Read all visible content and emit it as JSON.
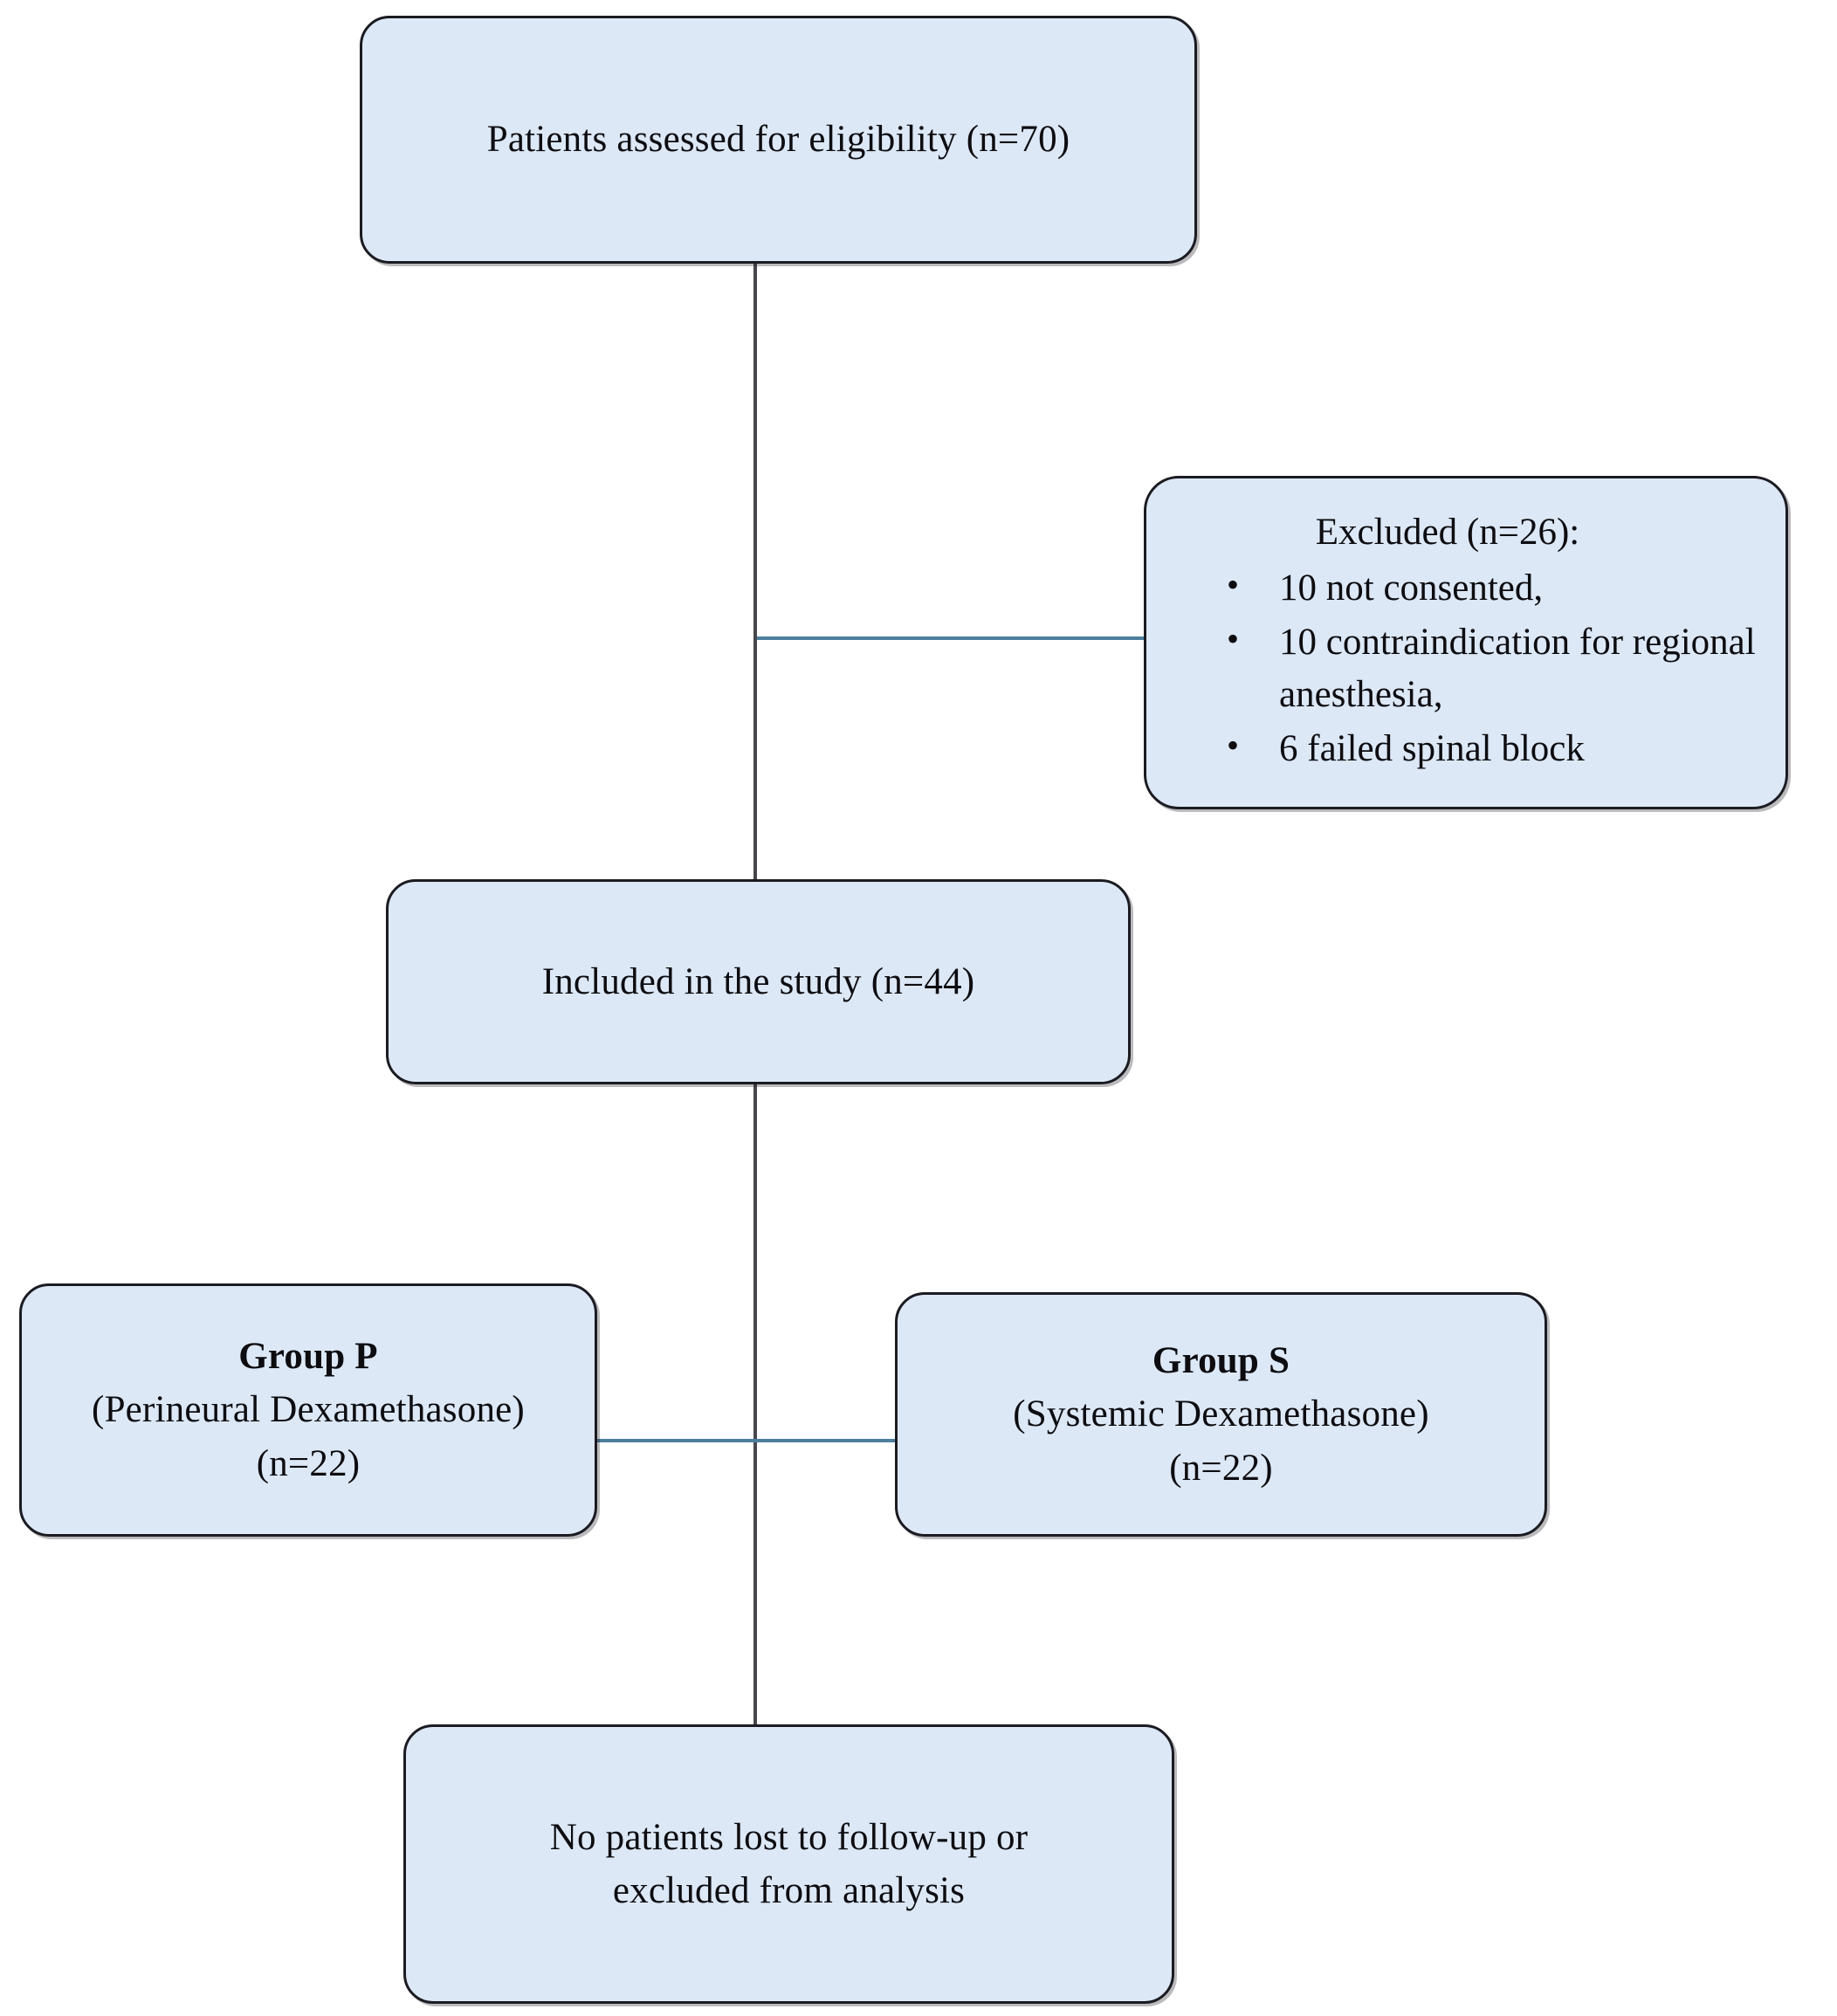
{
  "diagram": {
    "type": "consort-flow-diagram",
    "fill_color": "#dde8f6",
    "border_color": "#1b1b22",
    "connector_vertical_color": "#46464c",
    "connector_horizontal_color": "#4d7f9e",
    "nodes": {
      "eligibility": {
        "text": "Patients assessed for eligibility (n=70)",
        "n": 70
      },
      "excluded": {
        "title": "Excluded (n=26):",
        "n": 26,
        "bullet_glyph": "•",
        "reasons": [
          "10 not consented,",
          "10 contraindication for regional anesthesia,",
          "6 failed spinal block"
        ]
      },
      "included": {
        "text": "Included in the study (n=44)",
        "n": 44
      },
      "group_p": {
        "title": "Group P",
        "subtitle": "(Perineural Dexamethasone)",
        "count": "(n=22)",
        "n": 22
      },
      "group_s": {
        "title": "Group S",
        "subtitle": "(Systemic Dexamethasone)",
        "count": "(n=22)",
        "n": 22
      },
      "followup": {
        "line1": "No patients lost to follow-up or",
        "line2": "excluded from analysis"
      }
    }
  }
}
